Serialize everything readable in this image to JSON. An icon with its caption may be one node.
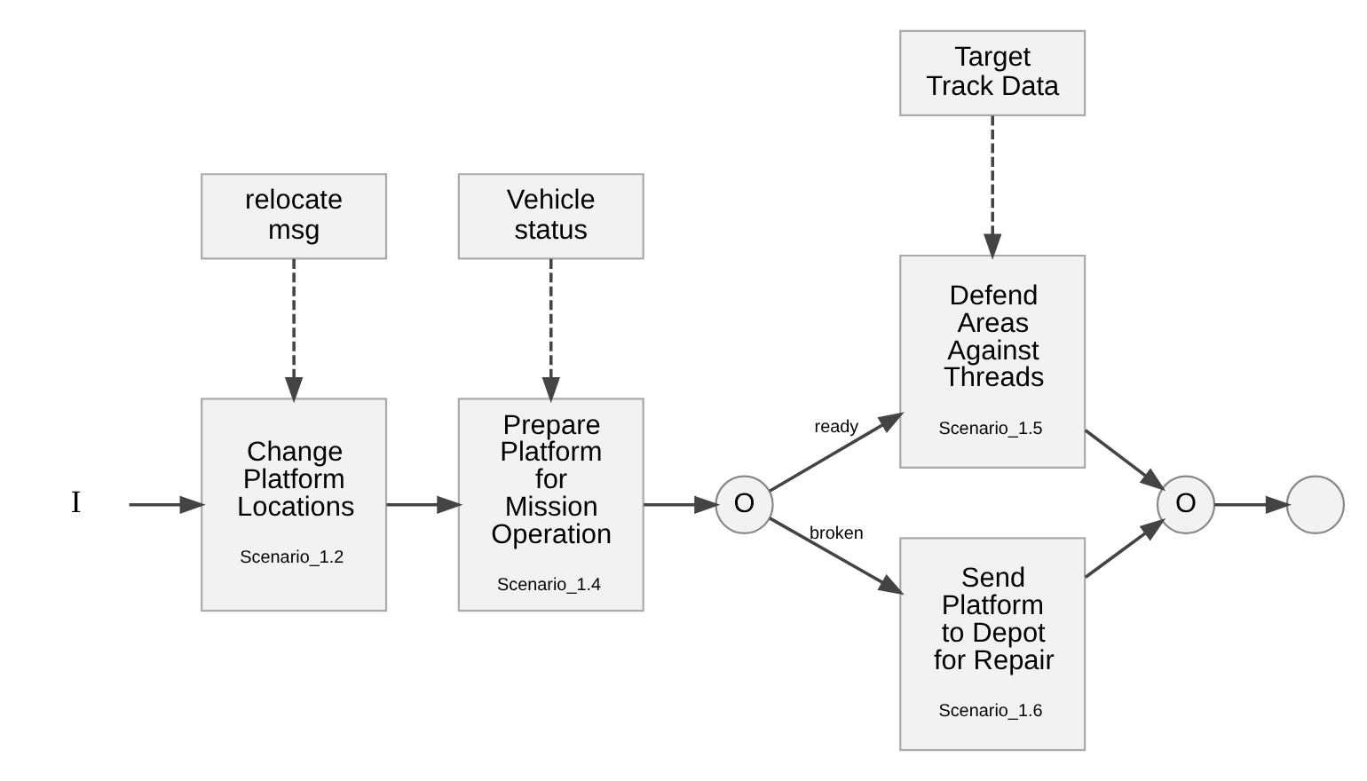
{
  "diagram": {
    "nodes": [
      {
        "text": [
          "I"
        ]
      },
      {
        "text": [
          "relocate msg"
        ]
      },
      {
        "text": [
          "Change Platform Locations",
          "Scenario_1.2"
        ]
      },
      {
        "text": [
          "Vehicle status"
        ]
      },
      {
        "text": [
          "Prepare Platform for Mission Operation",
          "Scenario_1.4"
        ]
      },
      {
        "text": [
          "O"
        ]
      },
      {
        "text": [
          "Target Track Data"
        ]
      },
      {
        "text": [
          "Defend Areas Against Threads",
          "Scenario_1.5"
        ]
      },
      {
        "text": [
          "O"
        ]
      },
      {
        "text": [],
        "shape": "circle"
      },
      {
        "text": [
          "Send Platform to Depot for Repair",
          "Scenario_1.6"
        ]
      }
    ],
    "edges": [
      {
        "from": 0,
        "to": 2,
        "arrow": "to"
      },
      {
        "from": 1,
        "to": 2,
        "arrow": "to",
        "style": "dashed"
      },
      {
        "from": 2,
        "to": 4,
        "arrow": "to"
      },
      {
        "from": 3,
        "to": 4,
        "arrow": "to",
        "style": "dashed"
      },
      {
        "from": 4,
        "to": 5,
        "arrow": "to"
      },
      {
        "from": 5,
        "to": 7,
        "arrow": "to",
        "label": "ready"
      },
      {
        "from": 6,
        "to": 7,
        "arrow": "to",
        "style": "dashed"
      },
      {
        "from": 7,
        "to": 8,
        "arrow": "to"
      },
      {
        "from": 8,
        "to": 9,
        "arrow": "to"
      },
      {
        "from": 5,
        "to": 10,
        "arrow": "to",
        "label": "broken"
      },
      {
        "from": 10,
        "to": 8,
        "arrow": "to"
      }
    ]
  }
}
